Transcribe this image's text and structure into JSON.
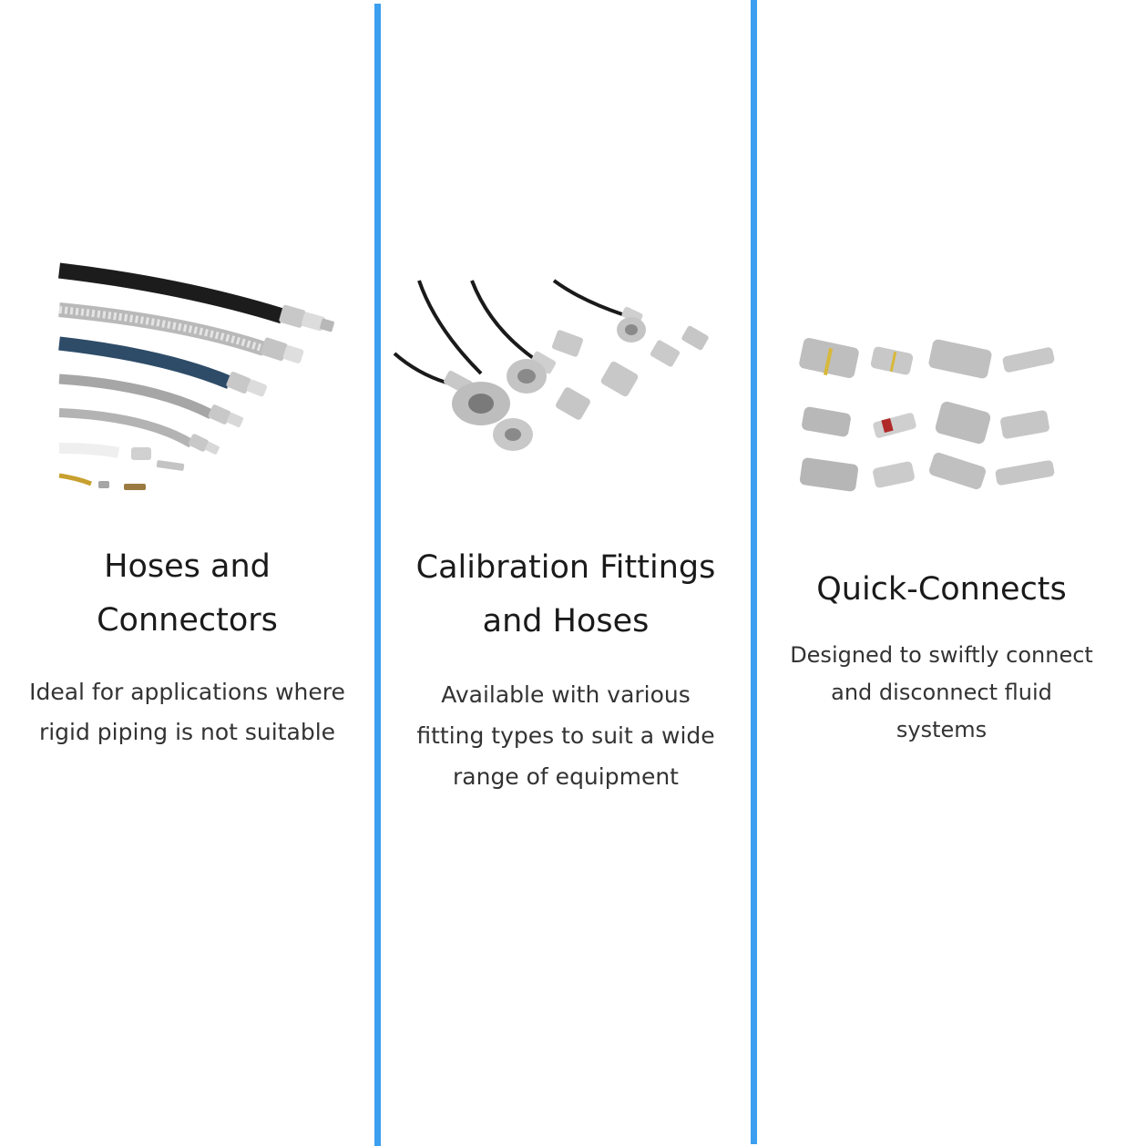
{
  "columns": [
    {
      "title_line1": "Hoses and",
      "title_line2": "Connectors",
      "desc_line1": "Ideal for applications where",
      "desc_line2": "rigid piping is not suitable",
      "image_icon": "hoses-connectors-photo"
    },
    {
      "title_line1": "Calibration Fittings",
      "title_line2": "and Hoses",
      "desc_line1": "Available with various",
      "desc_line2": "fitting types to suit a wide",
      "desc_line3": "range of equipment",
      "image_icon": "calibration-fittings-photo"
    },
    {
      "title_line1": "Quick-Connects",
      "desc_line1": "Designed to swiftly connect",
      "desc_line2": "and disconnect fluid",
      "desc_line3": "systems",
      "image_icon": "quick-connects-photo"
    }
  ],
  "colors": {
    "divider": "#3c9ff0",
    "title": "#1a1a1a",
    "description": "#333333",
    "background": "#ffffff"
  }
}
